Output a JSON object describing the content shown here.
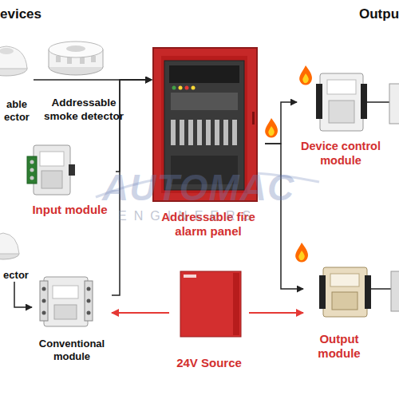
{
  "diagram": {
    "nodes": [
      {
        "text": [
          "able ector"
        ]
      },
      {
        "text": [
          "Addressable smoke detector"
        ]
      },
      {
        "text": [
          "Input module"
        ]
      },
      {
        "text": [
          "ector"
        ]
      },
      {
        "text": [
          "Conventional module"
        ]
      },
      {
        "text": [
          "Addressable fire alarm panel"
        ]
      },
      {
        "text": [
          "24V Source"
        ]
      },
      {
        "text": [
          "Device control module"
        ]
      },
      {
        "text": [
          "Output module"
        ]
      }
    ],
    "edges": [
      {
        "from": 0,
        "to": 5,
        "arrow": "to"
      },
      {
        "from": 1,
        "to": 5,
        "arrow": "to"
      },
      {
        "from": 2,
        "to": 5,
        "arrow": "to"
      },
      {
        "from": 4,
        "to": 5,
        "arrow": "to"
      },
      {
        "from": 3,
        "to": 4,
        "arrow": "to"
      },
      {
        "from": 5,
        "to": 7,
        "arrow": "to"
      },
      {
        "from": 5,
        "to": 8,
        "arrow": "to"
      },
      {
        "from": 6,
        "to": 4,
        "arrow": "to"
      },
      {
        "from": 6,
        "to": 8,
        "arrow": "to"
      }
    ],
    "labels": [
      "evices",
      "Outpu",
      "AUTOMAC",
      "ENGINEERS"
    ]
  }
}
